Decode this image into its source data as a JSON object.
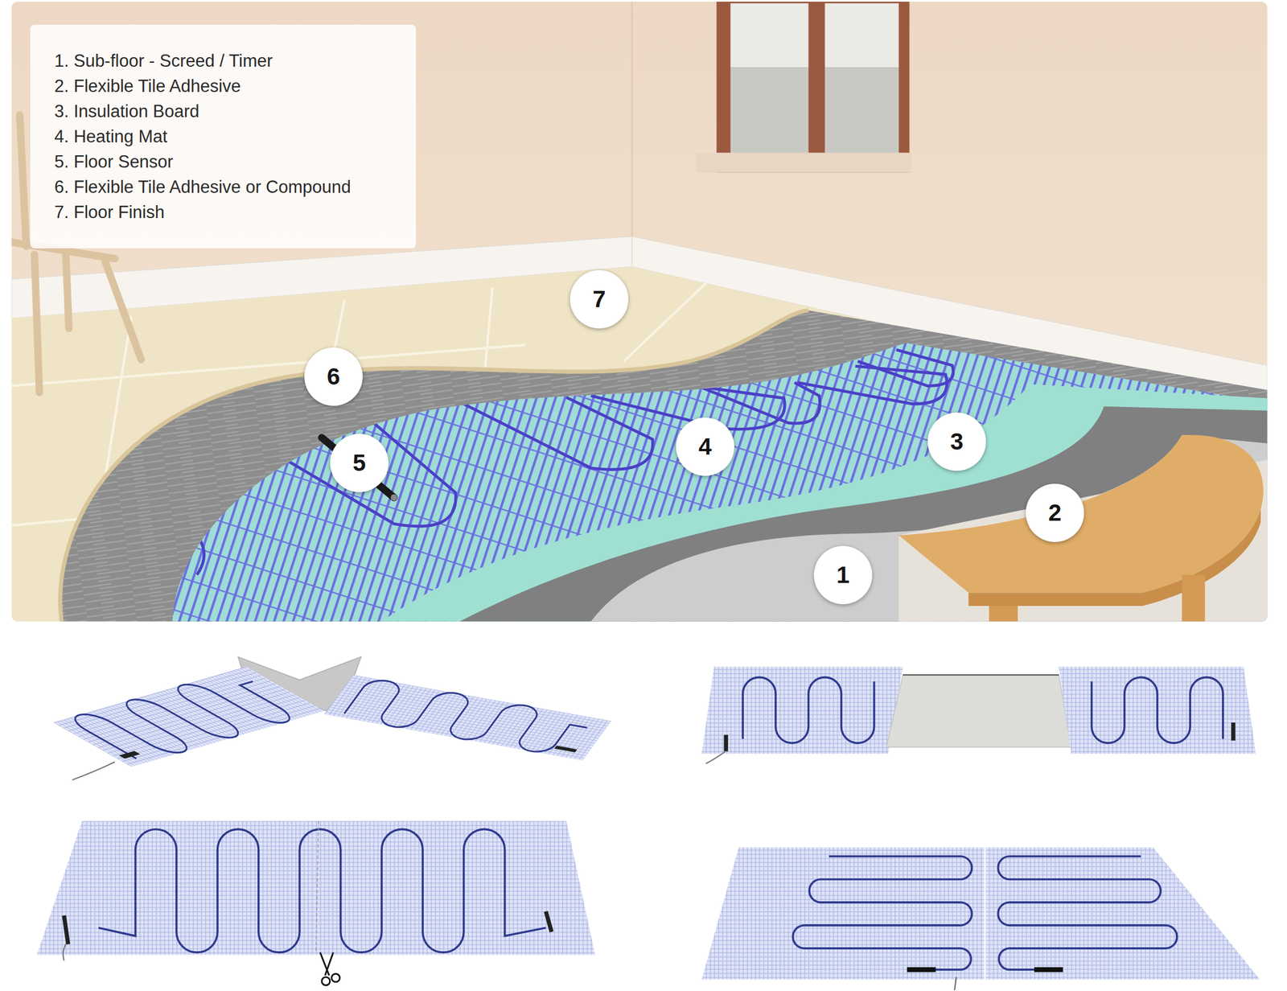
{
  "diagram": {
    "nodes": [
      {
        "text": [
          "1. Sub-floor - Screed / Timer",
          "2. Flexible Tile Adhesive",
          "3. Insulation Board",
          "4. Heating Mat",
          "5. Floor Sensor",
          "6. Flexible Tile Adhesive or Compound",
          "7. Floor Finish"
        ]
      }
    ],
    "labels": [
      "7",
      "6",
      "4",
      "3",
      "5",
      "2",
      "1"
    ]
  }
}
